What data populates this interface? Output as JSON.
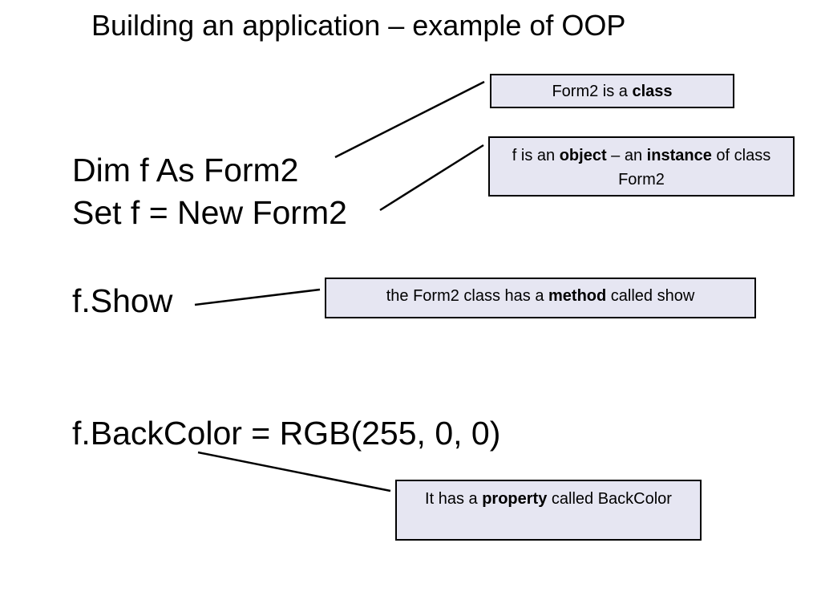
{
  "title": "Building an application – example of OOP",
  "code": {
    "dim_line": "Dim f As Form2",
    "set_line": "Set f = New Form2",
    "show_line": "f.Show",
    "backcolor_line": "f.BackColor = RGB(255, 0, 0)"
  },
  "callouts": {
    "class": {
      "before": "Form2 is a ",
      "term": "class",
      "after": ""
    },
    "object": {
      "before": "f is an ",
      "term": "object",
      "middle": " – an ",
      "term2": "instance",
      "after": " of class Form2"
    },
    "method": {
      "before": "the Form2 class has a ",
      "term": "method",
      "after": " called show"
    },
    "property": {
      "before": "It has a ",
      "term": "property",
      "after": " called BackColor"
    }
  },
  "colors": {
    "callout_fill": "#e6e6f2",
    "callout_border": "#000000",
    "text": "#000000",
    "background": "#ffffff"
  }
}
